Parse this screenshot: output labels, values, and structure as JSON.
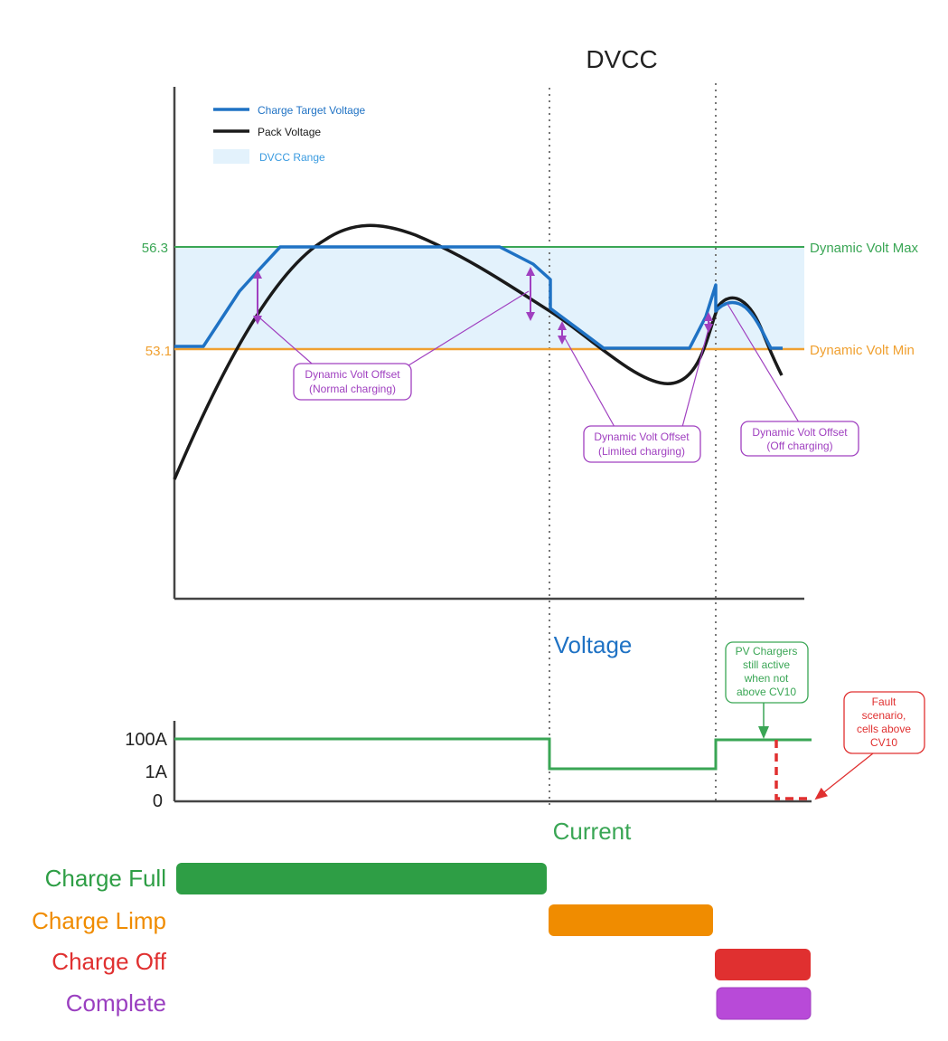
{
  "title": "DVCC",
  "legend": {
    "items": [
      {
        "label": "Charge Target Voltage",
        "color": "#1f72c4"
      },
      {
        "label": "Pack Voltage",
        "color": "#1a1a1a"
      },
      {
        "label": "DVCC Range",
        "color": "#e3f2fc",
        "text_color": "#3a9be0"
      }
    ]
  },
  "voltage_chart": {
    "label": "Voltage",
    "label_color": "#1f72c4",
    "y_ticks": [
      {
        "value": "56.3",
        "color": "#3aa655"
      },
      {
        "value": "53.1",
        "color": "#f0a030"
      }
    ],
    "reference_lines": [
      {
        "label": "Dynamic Volt Max",
        "value": 56.3,
        "color": "#3aa655"
      },
      {
        "label": "Dynamic Volt Min",
        "value": 53.1,
        "color": "#f0a030"
      }
    ],
    "callouts": [
      {
        "line1": "Dynamic Volt Offset",
        "line2": "(Normal charging)"
      },
      {
        "line1": "Dynamic Volt Offset",
        "line2": "(Limited charging)"
      },
      {
        "line1": "Dynamic Volt Offset",
        "line2": "(Off charging)"
      }
    ],
    "callout_color": "#a040c0"
  },
  "current_chart": {
    "label": "Current",
    "label_color": "#3aa655",
    "y_ticks": [
      "100A",
      "1A",
      "0"
    ],
    "notes": [
      {
        "lines": [
          "PV Chargers",
          "still active",
          "when not",
          "above CV10"
        ],
        "color": "#3aa655"
      },
      {
        "lines": [
          "Fault",
          "scenario,",
          "cells above",
          "CV10"
        ],
        "color": "#e03030"
      }
    ]
  },
  "states": [
    {
      "label": "Charge Full",
      "color": "#2e9e45"
    },
    {
      "label": "Charge Limp",
      "color": "#f08c00"
    },
    {
      "label": "Charge Off",
      "color": "#e03030"
    },
    {
      "label": "Complete",
      "color": "#b84ad8",
      "text_color": "#9a3fc0"
    }
  ]
}
